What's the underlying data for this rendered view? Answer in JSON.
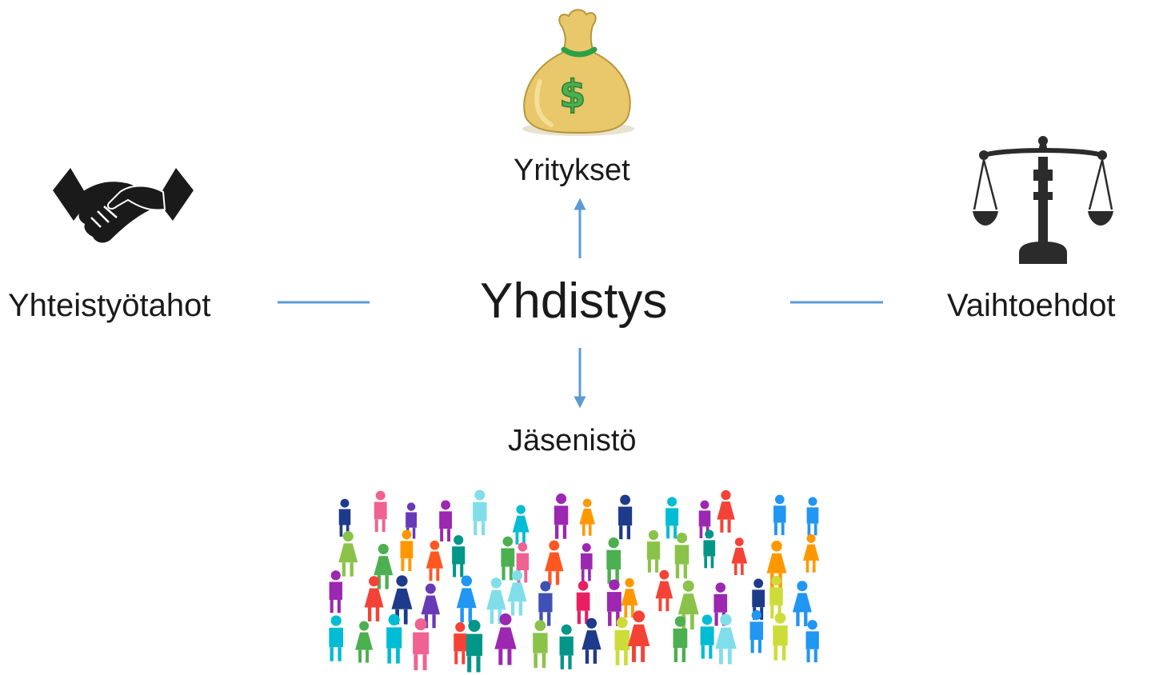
{
  "center": {
    "label": "Yhdistys"
  },
  "nodes": {
    "top": {
      "label": "Yritykset",
      "icon": "money-bag-icon"
    },
    "left": {
      "label": "Yhteistyötahot",
      "icon": "handshake-icon"
    },
    "right": {
      "label": "Vaihtoehdot",
      "icon": "scales-icon"
    },
    "bottom": {
      "label": "Jäsenistö",
      "icon": "crowd-icon"
    }
  },
  "colors": {
    "connector": "#5b9bd5",
    "text": "#1a1a1a",
    "bag": "#e8c86a",
    "bag_tie": "#2ea043",
    "dollar": "#4caf50",
    "icon_dark": "#222222"
  }
}
